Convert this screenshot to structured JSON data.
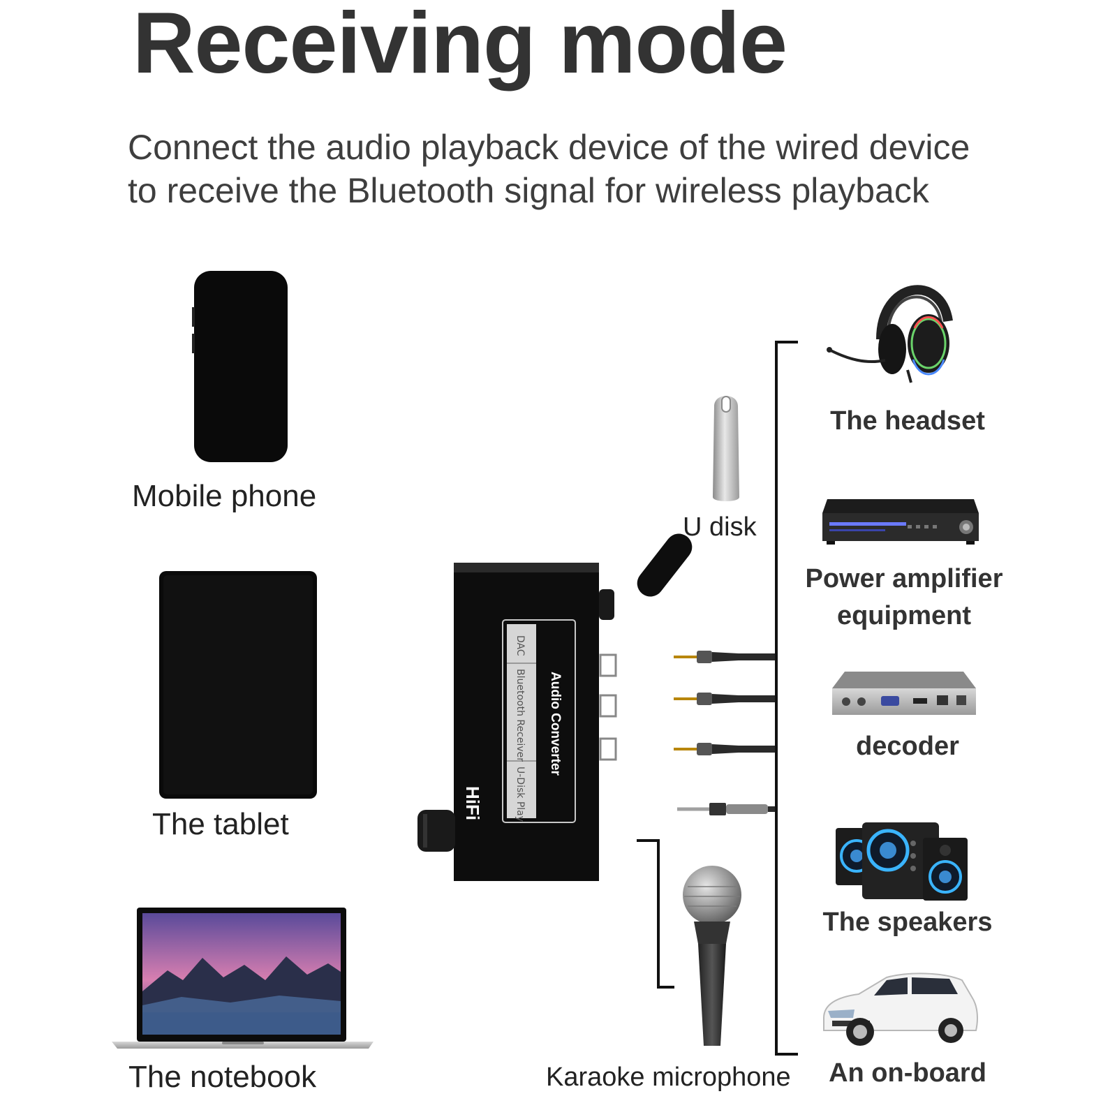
{
  "title": "Receiving mode",
  "subtitle": {
    "line1": "Connect the audio playback device of the wired device",
    "line2": "to receive the Bluetooth signal for wireless playback"
  },
  "sources": {
    "mobile_phone": "Mobile phone",
    "tablet": "The tablet",
    "notebook": "The notebook"
  },
  "device": {
    "brand": "HiFi",
    "panel_title": "Audio Converter",
    "modes": [
      "DAC",
      "Bluetooth Receiver",
      "U-Disk Play"
    ]
  },
  "inputs": {
    "u_disk": "U disk",
    "microphone": "Karaoke microphone"
  },
  "outputs": {
    "headset": "The headset",
    "amplifier_line1": "Power amplifier",
    "amplifier_line2": "equipment",
    "decoder": "decoder",
    "speakers": "The speakers",
    "car": "An on-board"
  }
}
